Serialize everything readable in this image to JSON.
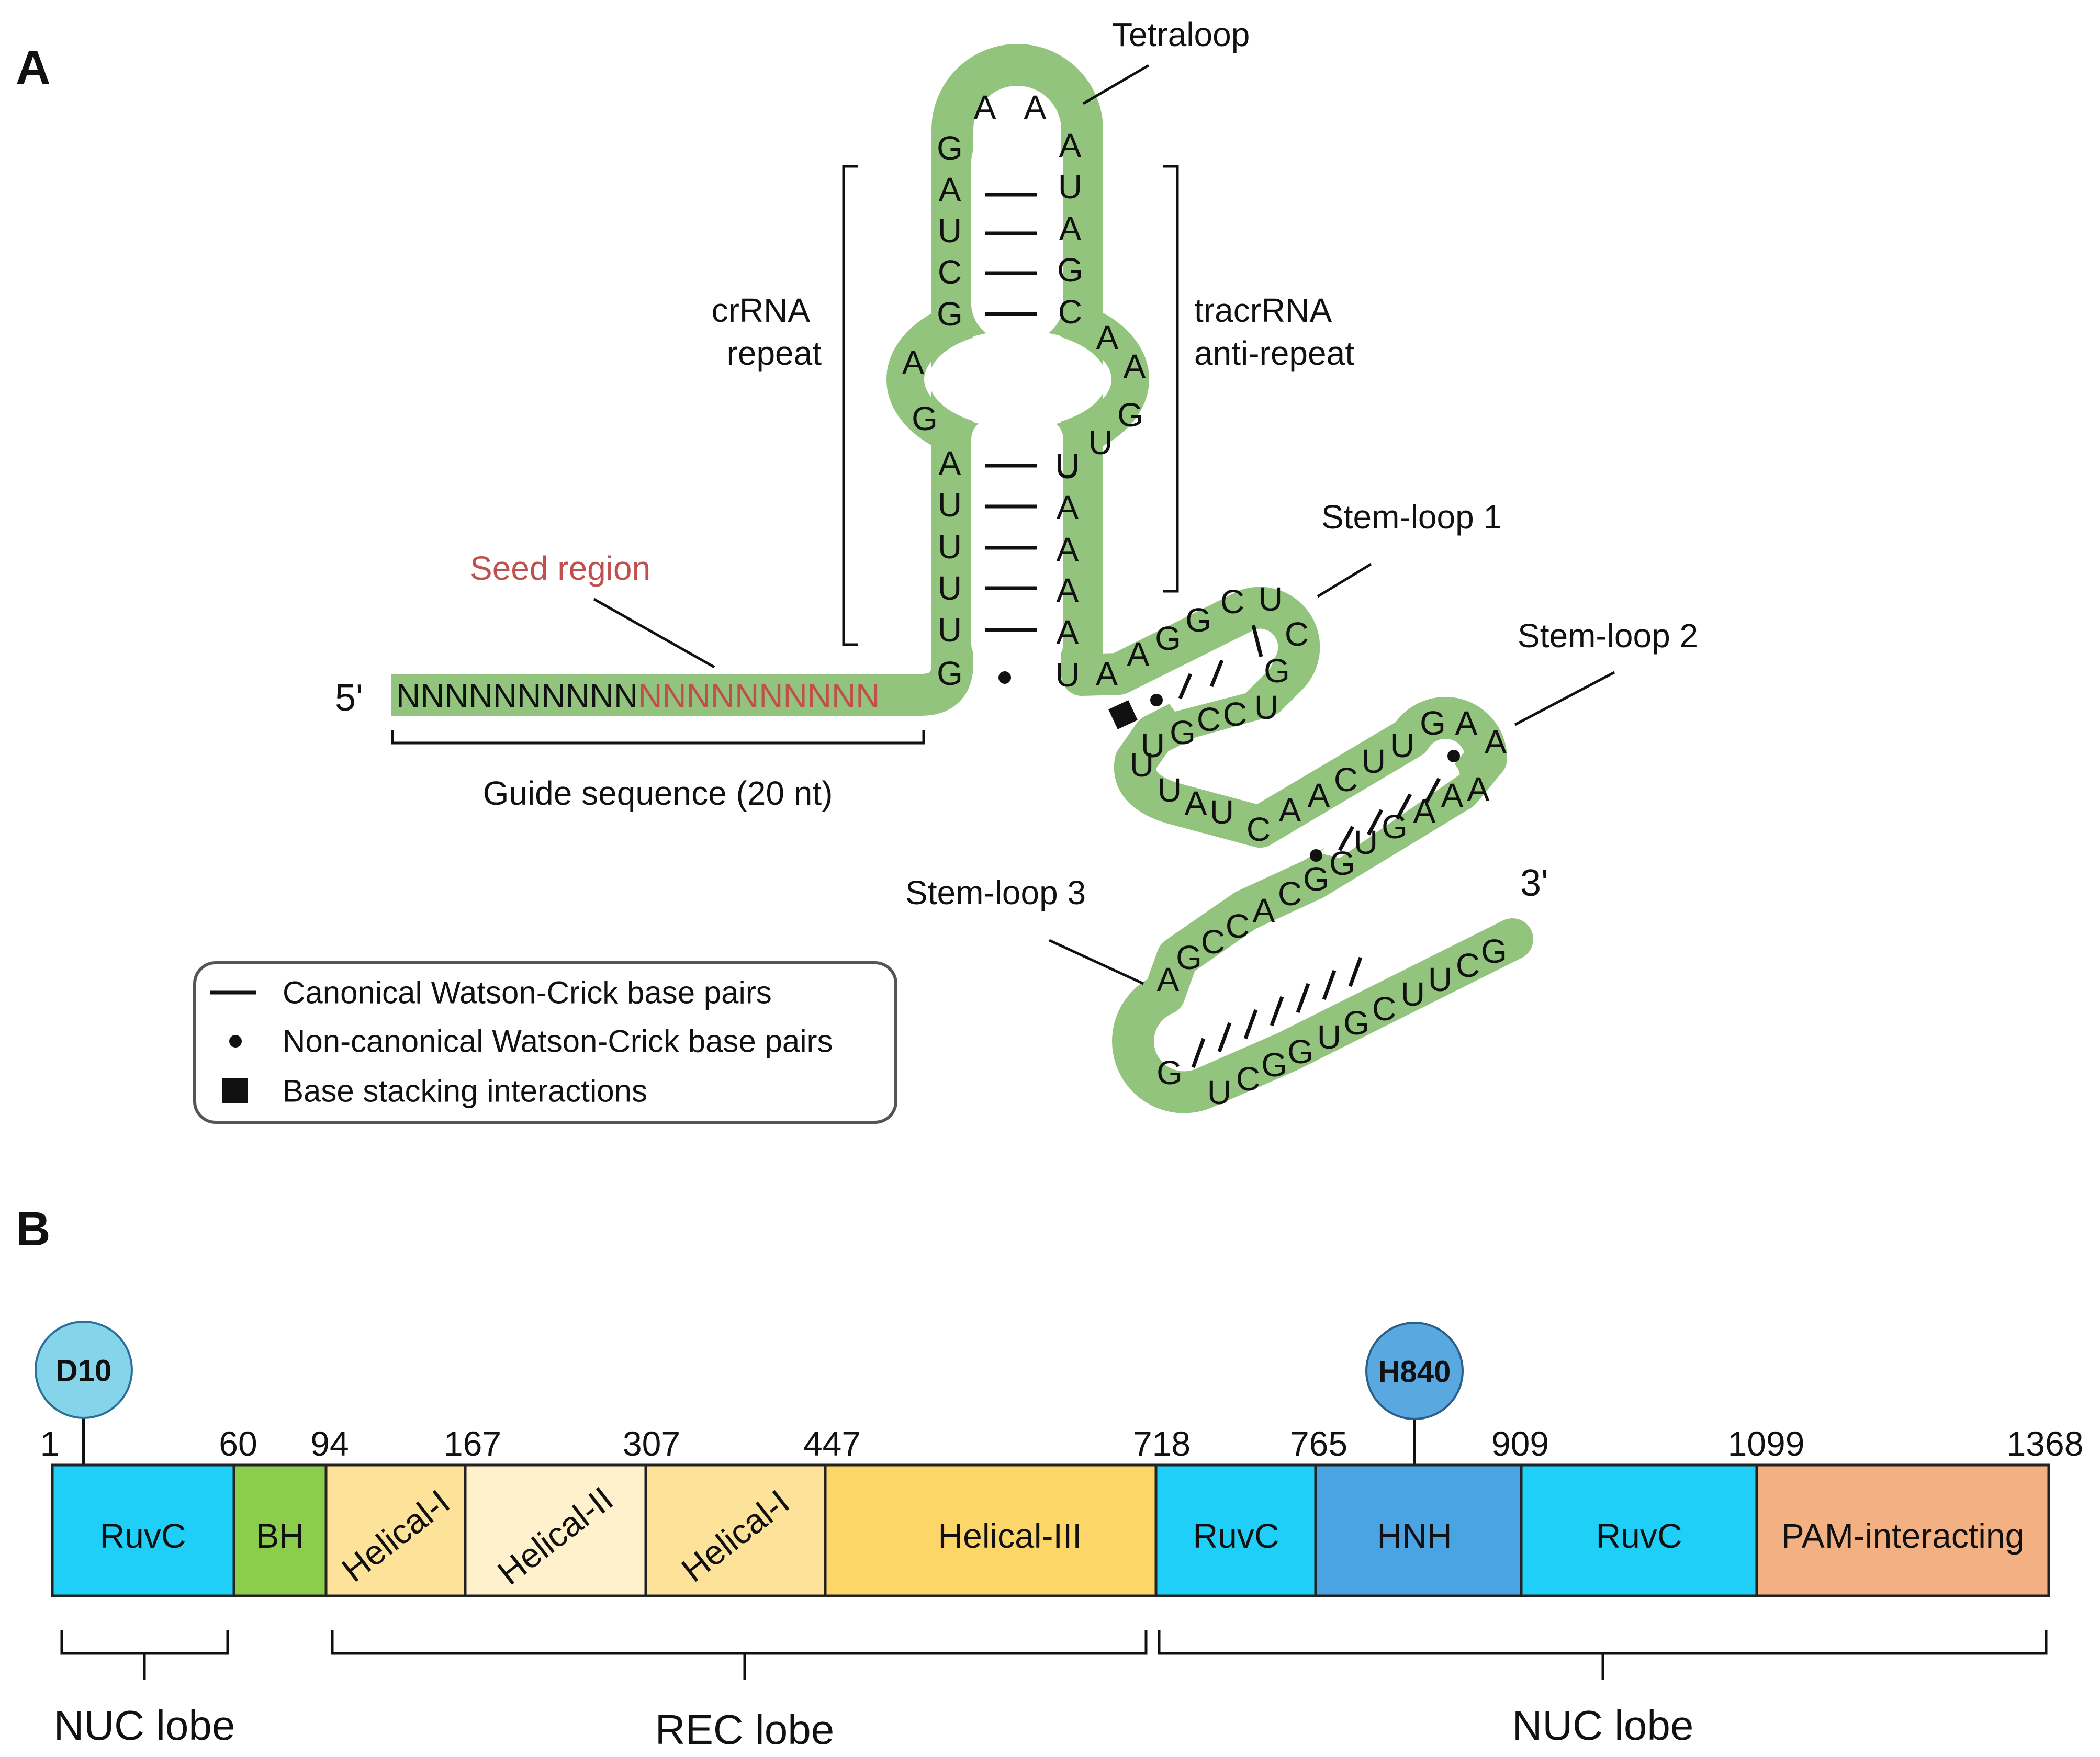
{
  "panel_a": {
    "letter": "A",
    "labels": {
      "tetraloop": "Tetraloop",
      "crrna_line1": "crRNA",
      "crrna_line2": "repeat",
      "tracrrna_line1": "tracrRNA",
      "tracrrna_line2": "anti-repeat",
      "stem_loop_1": "Stem-loop 1",
      "stem_loop_2": "Stem-loop 2",
      "stem_loop_3": "Stem-loop 3",
      "seed_region": "Seed region",
      "guide_sequence": "Guide sequence (20 nt)",
      "five_prime": "5'",
      "three_prime": "3'"
    },
    "guide": {
      "black_part": "NNNNNNNNNN",
      "red_part": "NNNNNNNNNN"
    },
    "nucleotides": {
      "tetraloop": [
        "A",
        "A"
      ],
      "crrna_upper": [
        "G",
        "A",
        "U",
        "C",
        "G"
      ],
      "tracr_upper": [
        "A",
        "U",
        "A",
        "G",
        "C"
      ],
      "left_bulge": [
        "A",
        "G"
      ],
      "right_bulge": [
        "A",
        "A",
        "G",
        "U",
        "U"
      ],
      "crrna_lower": [
        "A",
        "U",
        "U",
        "U",
        "U",
        "G"
      ],
      "tracr_lower": [
        "U",
        "A",
        "A",
        "A",
        "A",
        "U"
      ],
      "stem_loop_1": [
        "A",
        "A",
        "G",
        "G",
        "C",
        "U",
        "C",
        "G",
        "U",
        "C",
        "C",
        "G",
        "U"
      ],
      "linker_1": [
        "U",
        "U",
        "A",
        "U",
        "C"
      ],
      "stem_loop_2": [
        "A",
        "A",
        "C",
        "U",
        "U",
        "G",
        "A",
        "A",
        "A",
        "A",
        "A",
        "G",
        "U"
      ],
      "stem_loop_3": [
        "G",
        "G",
        "C",
        "A",
        "C",
        "C",
        "G",
        "A",
        "G",
        "U",
        "C",
        "G",
        "G",
        "U",
        "G",
        "C",
        "U",
        "U",
        "C",
        "G"
      ]
    },
    "legend": {
      "canonical": "Canonical Watson-Crick base pairs",
      "noncanonical": "Non-canonical Watson-Crick base pairs",
      "stacking": "Base stacking interactions"
    }
  },
  "panel_b": {
    "letter": "B",
    "markers": {
      "d10": "D10",
      "h840": "H840"
    },
    "positions": [
      "1",
      "60",
      "94",
      "167",
      "307",
      "447",
      "718",
      "765",
      "909",
      "1099",
      "1368"
    ],
    "domains": [
      {
        "label": "RuvC",
        "color": "#1fcff7"
      },
      {
        "label": "BH",
        "color": "#8cce4b"
      },
      {
        "label": "Helical-I",
        "color": "#fde29a"
      },
      {
        "label": "Helical-II",
        "color": "#fef1cb"
      },
      {
        "label": "Helical-I",
        "color": "#fde29a"
      },
      {
        "label": "Helical-III",
        "color": "#fdd66a"
      },
      {
        "label": "RuvC",
        "color": "#1fcff7"
      },
      {
        "label": "HNH",
        "color": "#4aa3e2"
      },
      {
        "label": "RuvC",
        "color": "#1fcff7"
      },
      {
        "label": "PAM-interacting",
        "color": "#f3b083"
      }
    ],
    "lobes": [
      "NUC lobe",
      "REC lobe",
      "NUC lobe"
    ]
  },
  "colors": {
    "rna_backbone": "#93c47d",
    "seed_red": "#c0504d",
    "d10_marker": "#85d4ea",
    "h840_marker": "#5aa8e0"
  }
}
